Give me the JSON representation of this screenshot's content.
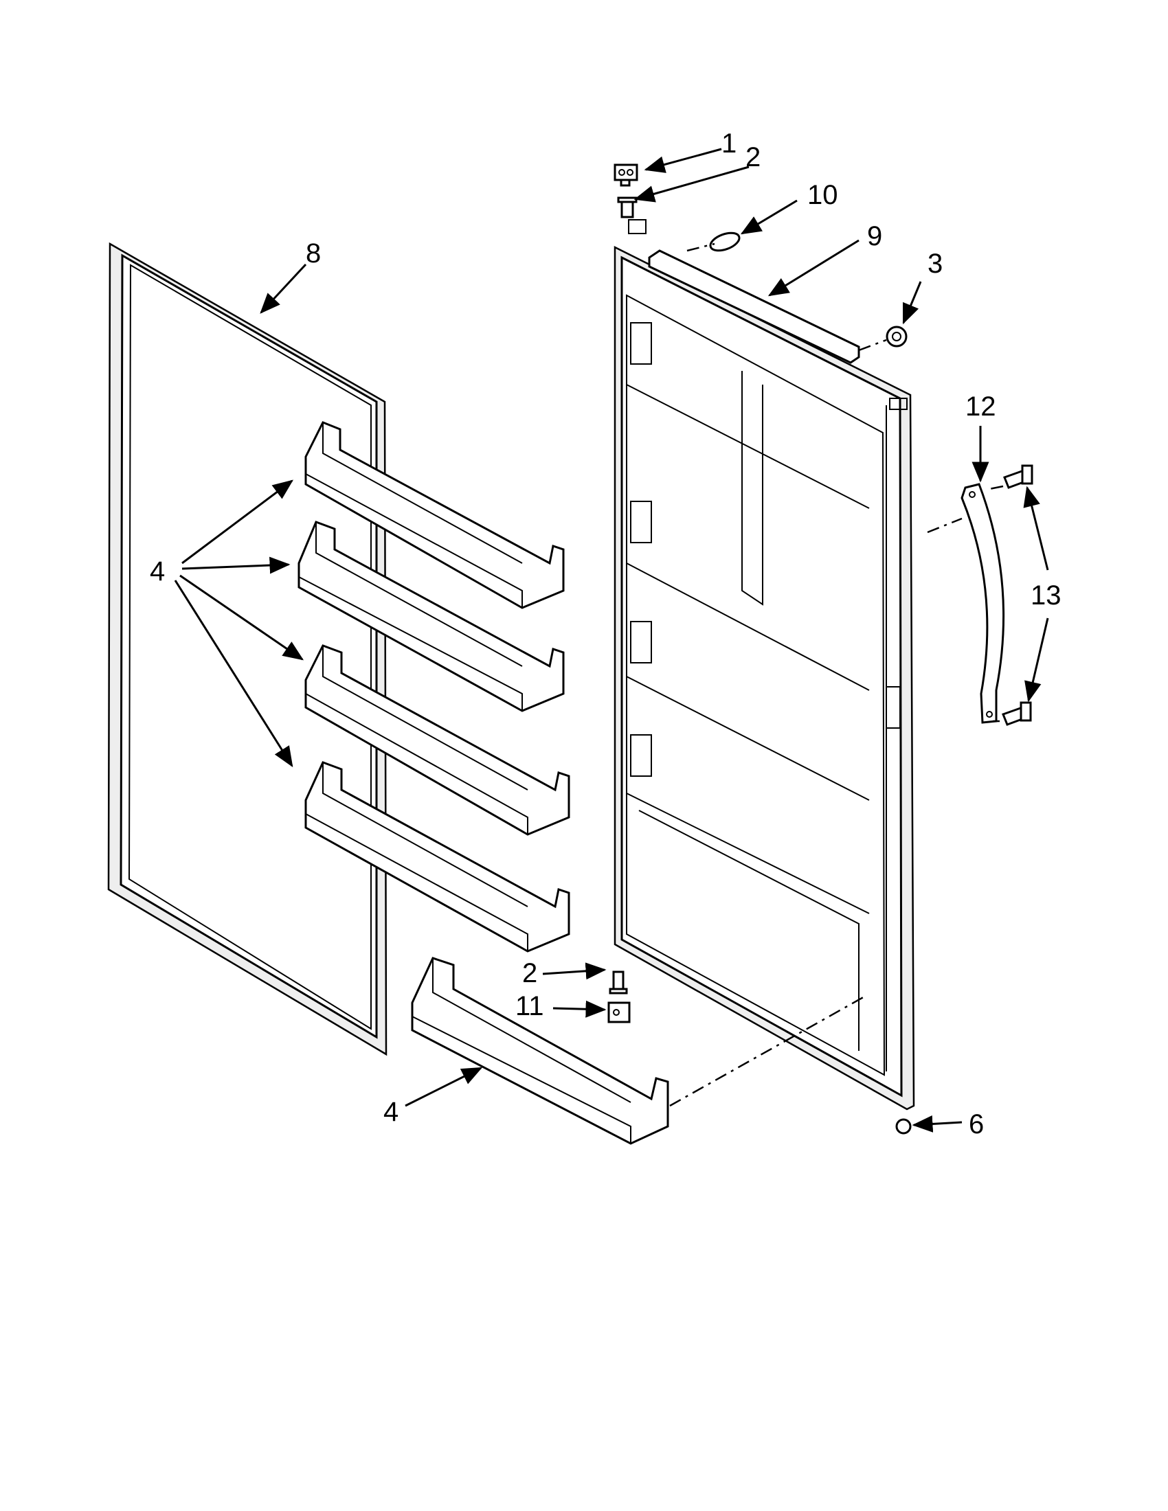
{
  "callouts": {
    "c1": "1",
    "c2_top": "2",
    "c10": "10",
    "c9": "9",
    "c3": "3",
    "c8": "8",
    "c12": "12",
    "c13": "13",
    "c4_left": "4",
    "c2_bottom": "2",
    "c11": "11",
    "c4_bottom": "4",
    "c6": "6"
  }
}
